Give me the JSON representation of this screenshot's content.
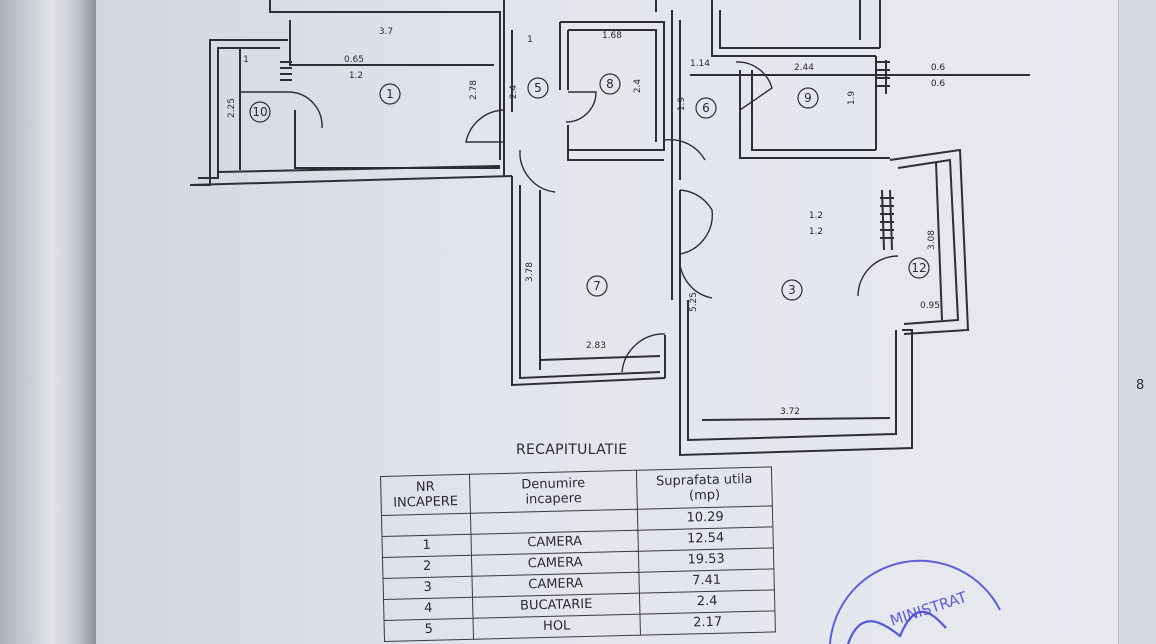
{
  "plan": {
    "room_numbers": [
      "1",
      "3",
      "5",
      "6",
      "7",
      "8",
      "9",
      "10",
      "12"
    ],
    "dimensions": {
      "d_3_7": "3.7",
      "d_0_65": "0.65",
      "d_1_2_a": "1.2",
      "d_1_a": "1",
      "d_2_78": "2.78",
      "d_2_25": "2.25",
      "d_2_4_a": "2.4",
      "d_1_b": "1",
      "d_1_68": "1.68",
      "d_2_4_b": "2.4",
      "d_1_14": "1.14",
      "d_1_9_a": "1.9",
      "d_2_44": "2.44",
      "d_1_9_b": "1.9",
      "d_0_6_a": "0.6",
      "d_0_6_b": "0.6",
      "d_1_2_b": "1.2",
      "d_1_2_c": "1.2",
      "d_3_08": "3.08",
      "d_0_95": "0.95",
      "d_3_78": "3.78",
      "d_2_83": "2.83",
      "d_5_25": "5.25",
      "d_3_72": "3.72"
    }
  },
  "summary": {
    "title": "RECAPITULATIE",
    "headers": {
      "nr": [
        "NR",
        "INCAPERE"
      ],
      "name": [
        "Denumire",
        "incapere"
      ],
      "area": [
        "Suprafata utila",
        "(mp)"
      ]
    },
    "rows": [
      {
        "nr": "",
        "name": "",
        "area": "10.29"
      },
      {
        "nr": "1",
        "name": "CAMERA",
        "area": "12.54"
      },
      {
        "nr": "2",
        "name": "CAMERA",
        "area": "19.53"
      },
      {
        "nr": "3",
        "name": "CAMERA",
        "area": "7.41"
      },
      {
        "nr": "4",
        "name": "BUCATARIE",
        "area": "2.4"
      },
      {
        "nr": "5",
        "name": "HOL",
        "area": "2.17"
      }
    ]
  },
  "stamp_text": "MINISTRAT",
  "side_number": "8",
  "colors": {
    "ink": "#2a2a30",
    "stamp": "#3b3fd0"
  }
}
